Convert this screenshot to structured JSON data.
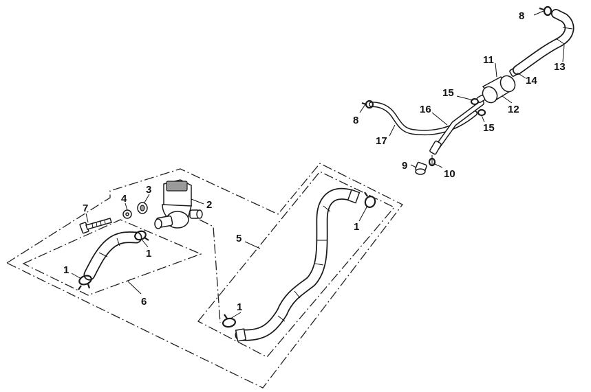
{
  "diagram": {
    "callouts": {
      "c1a": "1",
      "c1b": "1",
      "c1c": "1",
      "c1d": "1",
      "c2": "2",
      "c3": "3",
      "c4": "4",
      "c5": "5",
      "c6": "6",
      "c7": "7",
      "c8a": "8",
      "c8b": "8",
      "c9": "9",
      "c10": "10",
      "c11": "11",
      "c12": "12",
      "c13": "13",
      "c14": "14",
      "c15a": "15",
      "c15b": "15",
      "c16": "16",
      "c17": "17"
    },
    "icons": [
      "hose-clamp-icon",
      "valve-icon",
      "bolt-icon",
      "washer-icon",
      "collar-icon",
      "filter-icon",
      "hose-icon"
    ]
  }
}
